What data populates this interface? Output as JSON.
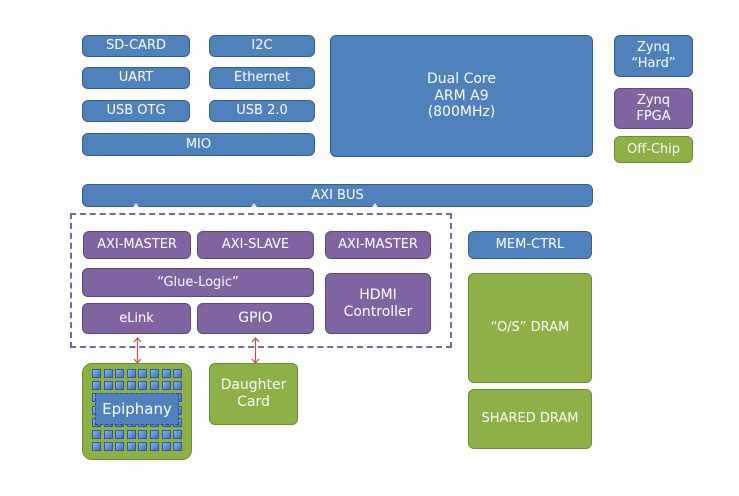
{
  "diagram": {
    "title": "",
    "peripherals": {
      "sd_card": "SD-CARD",
      "i2c": "I2C",
      "uart": "UART",
      "ethernet": "Ethernet",
      "usb_otg": "USB OTG",
      "usb_2": "USB 2.0",
      "mio": "MIO"
    },
    "cpu": {
      "line1": "Dual Core",
      "line2": "ARM A9",
      "line3": "(800MHz)"
    },
    "bus": "AXI BUS",
    "fpga": {
      "axi_master_1": "AXI-MASTER",
      "axi_slave": "AXI-SLAVE",
      "axi_master_2": "AXI-MASTER",
      "glue_logic": "“Glue-Logic”",
      "elink": "eLink",
      "gpio": "GPIO",
      "hdmi_line1": "HDMI",
      "hdmi_line2": "Controller"
    },
    "memory": {
      "mem_ctrl": "MEM-CTRL",
      "os_dram": "“O/S” DRAM",
      "shared_dram": "SHARED DRAM"
    },
    "off_chip": {
      "epiphany": "Epiphany",
      "daughter_line1": "Daughter",
      "daughter_line2": "Card"
    },
    "legend": {
      "hard_line1": "Zynq",
      "hard_line2": "“Hard”",
      "fpga_line1": "Zynq",
      "fpga_line2": "FPGA",
      "offchip": "Off-Chip"
    },
    "colors": {
      "zynq_hard": "#4f81bd",
      "zynq_fpga": "#8064a2",
      "off_chip": "#8db047",
      "link_arrow": "#c0504d"
    }
  }
}
